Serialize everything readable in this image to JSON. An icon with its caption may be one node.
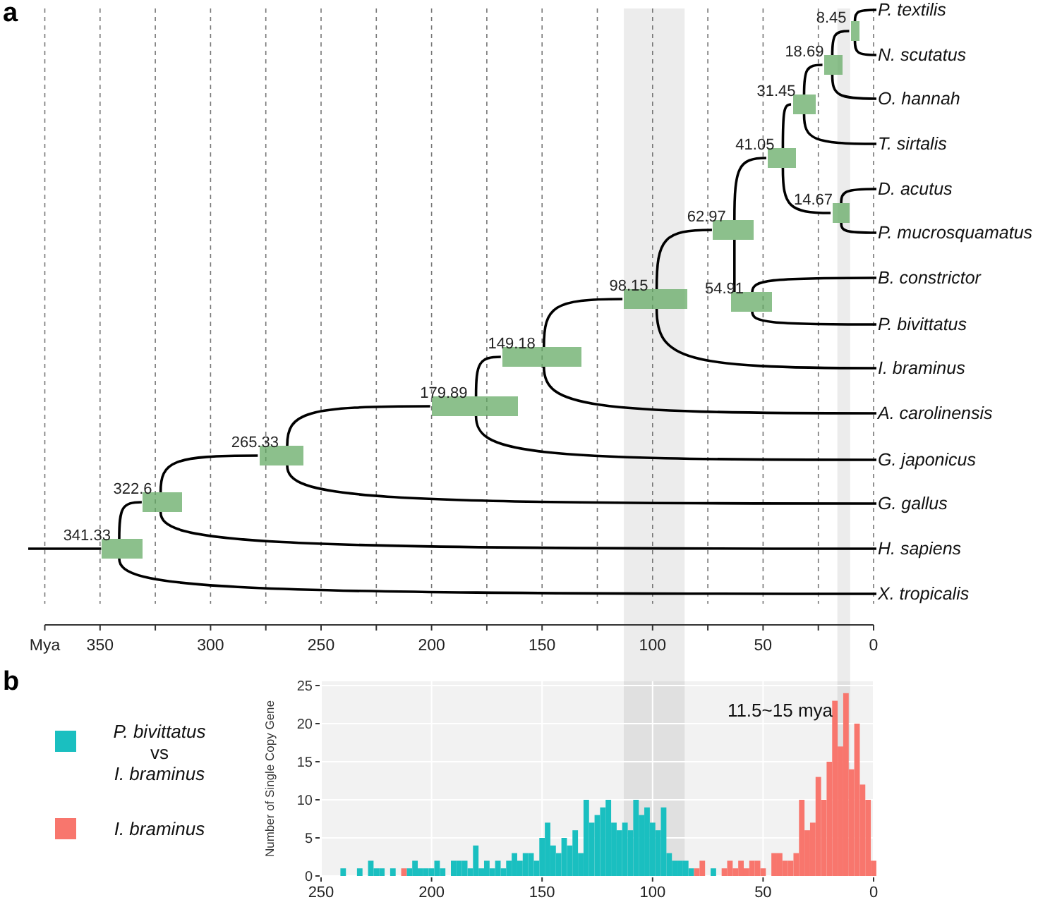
{
  "diagram": {
    "nodes": [
      {
        "text": [
          "P. textilis"
        ]
      },
      {
        "text": [
          "N. scutatus"
        ]
      },
      {
        "text": [
          "O. hannah"
        ]
      },
      {
        "text": [
          "T. sirtalis"
        ]
      },
      {
        "text": [
          "D. acutus"
        ]
      },
      {
        "text": [
          "P. mucrosquamatus"
        ]
      },
      {
        "text": [
          "B. constrictor"
        ]
      },
      {
        "text": [
          "P. bivittatus"
        ]
      },
      {
        "text": [
          "I. braminus"
        ]
      },
      {
        "text": [
          "A. carolinensis"
        ]
      },
      {
        "text": [
          "G. japonicus"
        ]
      },
      {
        "text": [
          "G. gallus"
        ]
      },
      {
        "text": [
          "H. sapiens"
        ]
      },
      {
        "text": [
          "X. tropicalis"
        ]
      },
      {
        "text": [],
        "shape": "bar",
        "beside": [
          "8.45"
        ]
      },
      {
        "text": [],
        "shape": "bar",
        "beside": [
          "18.69"
        ]
      },
      {
        "text": [],
        "shape": "bar",
        "beside": [
          "31.45"
        ]
      },
      {
        "text": [],
        "shape": "bar",
        "beside": [
          "41.05"
        ]
      },
      {
        "text": [],
        "shape": "bar",
        "beside": [
          "14.67"
        ]
      },
      {
        "text": [],
        "shape": "bar",
        "beside": [
          "62.97"
        ]
      },
      {
        "text": [],
        "shape": "bar",
        "beside": [
          "98.15"
        ]
      },
      {
        "text": [],
        "shape": "bar",
        "beside": [
          "54.91"
        ]
      },
      {
        "text": [],
        "shape": "bar",
        "beside": [
          "149.18"
        ]
      },
      {
        "text": [],
        "shape": "bar",
        "beside": [
          "179.89"
        ]
      },
      {
        "text": [],
        "shape": "bar",
        "beside": [
          "265.33"
        ]
      },
      {
        "text": [],
        "shape": "bar",
        "beside": [
          "322.6"
        ]
      },
      {
        "text": [],
        "shape": "bar",
        "beside": [
          "341.33"
        ]
      }
    ],
    "edges": [
      {
        "from": 14,
        "to": 0,
        "arrow": "none"
      },
      {
        "from": 14,
        "to": 1,
        "arrow": "none"
      },
      {
        "from": 15,
        "to": 14,
        "arrow": "none"
      },
      {
        "from": 15,
        "to": 2,
        "arrow": "none"
      },
      {
        "from": 16,
        "to": 15,
        "arrow": "none"
      },
      {
        "from": 16,
        "to": 3,
        "arrow": "none"
      },
      {
        "from": 18,
        "to": 4,
        "arrow": "none"
      },
      {
        "from": 18,
        "to": 5,
        "arrow": "none"
      },
      {
        "from": 17,
        "to": 16,
        "arrow": "none"
      },
      {
        "from": 17,
        "to": 18,
        "arrow": "none"
      },
      {
        "from": 19,
        "to": 17,
        "arrow": "none"
      },
      {
        "from": 19,
        "to": 21,
        "arrow": "none"
      },
      {
        "from": 21,
        "to": 6,
        "arrow": "none"
      },
      {
        "from": 21,
        "to": 7,
        "arrow": "none"
      },
      {
        "from": 20,
        "to": 19,
        "arrow": "none"
      },
      {
        "from": 20,
        "to": 8,
        "arrow": "none"
      },
      {
        "from": 22,
        "to": 20,
        "arrow": "none"
      },
      {
        "from": 22,
        "to": 9,
        "arrow": "none"
      },
      {
        "from": 23,
        "to": 22,
        "arrow": "none"
      },
      {
        "from": 23,
        "to": 10,
        "arrow": "none"
      },
      {
        "from": 24,
        "to": 23,
        "arrow": "none"
      },
      {
        "from": 24,
        "to": 11,
        "arrow": "none"
      },
      {
        "from": 25,
        "to": 24,
        "arrow": "none"
      },
      {
        "from": 25,
        "to": 12,
        "arrow": "none"
      },
      {
        "from": 26,
        "to": 25,
        "arrow": "none"
      },
      {
        "from": 26,
        "to": 13,
        "arrow": "none"
      },
      {
        "from": null,
        "to": 26,
        "arrow": "none"
      }
    ],
    "labels": [
      "a",
      "Mya",
      "350",
      "300",
      "250",
      "200",
      "150",
      "100",
      "50",
      "0",
      "b"
    ],
    "legend": [
      {
        "text": "*P. bivittatus* vs *I. braminus*",
        "color": "#1abfc0"
      },
      {
        "text": "I. braminus",
        "color": "#f8766d"
      }
    ],
    "chart_data": {
      "type": "bar",
      "ylabel": "Number of Single Copy Gene",
      "xlim": [
        250,
        0
      ],
      "ylim": [
        0,
        25
      ],
      "xticks": [
        250,
        200,
        150,
        100,
        50,
        0
      ],
      "yticks": [
        0,
        5,
        10,
        15,
        20,
        25
      ],
      "annotations": [
        "11.5~15 mya"
      ],
      "grid": true,
      "x": [
        240,
        237.5,
        235,
        232.5,
        230,
        227.5,
        225,
        222.5,
        220,
        217.5,
        215,
        212.5,
        210,
        207.5,
        205,
        202.5,
        200,
        197.5,
        195,
        192.5,
        190,
        187.5,
        185,
        182.5,
        180,
        177.5,
        175,
        172.5,
        170,
        167.5,
        165,
        162.5,
        160,
        157.5,
        155,
        152.5,
        150,
        147.5,
        145,
        142.5,
        140,
        137.5,
        135,
        132.5,
        130,
        127.5,
        125,
        122.5,
        120,
        117.5,
        115,
        112.5,
        110,
        107.5,
        105,
        102.5,
        100,
        97.5,
        95,
        92.5,
        90,
        87.5,
        85,
        82.5,
        80,
        77.5,
        75,
        72.5,
        70,
        67.5,
        65,
        62.5,
        60,
        57.5,
        55,
        52.5,
        50,
        47.5,
        45,
        42.5,
        40,
        37.5,
        35,
        32.5,
        30,
        27.5,
        25,
        22.5,
        20,
        17.5,
        15,
        12.5,
        10,
        7.5,
        5,
        2.5,
        0
      ],
      "series": [
        {
          "color": "#1abfc0",
          "values": [
            1,
            0,
            0,
            1,
            0,
            2,
            1,
            1,
            0,
            1,
            0,
            0,
            1,
            2,
            1,
            1,
            1,
            2,
            1,
            0,
            2,
            2,
            2,
            1,
            4,
            1,
            2,
            1,
            2,
            1,
            2,
            3,
            2,
            3,
            3,
            2,
            5,
            7,
            4,
            3,
            5,
            4,
            6,
            3,
            10,
            7,
            8,
            9,
            10,
            7,
            6,
            7,
            6,
            10,
            8,
            9,
            7,
            6,
            9,
            3,
            2,
            2,
            2,
            1,
            0,
            0,
            0,
            1,
            0,
            0,
            0,
            0,
            0,
            0,
            0,
            0,
            0,
            0,
            0,
            0,
            0,
            0,
            0,
            0,
            0,
            0,
            0,
            0,
            0,
            0,
            0,
            0,
            0,
            0,
            0,
            0,
            0
          ]
        },
        {
          "color": "#f8766d",
          "values": [
            0,
            0,
            0,
            0,
            0,
            0,
            0,
            0,
            0,
            0,
            0,
            1,
            0,
            0,
            0,
            0,
            0,
            0,
            0,
            0,
            0,
            0,
            0,
            0,
            0,
            0,
            0,
            0,
            0,
            0,
            0,
            0,
            0,
            0,
            0,
            0,
            0,
            0,
            0,
            0,
            0,
            0,
            0,
            0,
            0,
            0,
            0,
            0,
            0,
            0,
            0,
            0,
            0,
            0,
            0,
            0,
            0,
            0,
            0,
            0,
            0,
            0,
            0,
            0,
            1,
            2,
            0,
            0,
            0,
            1,
            2,
            1,
            2,
            1,
            2,
            2,
            1,
            0,
            3,
            3,
            2,
            2,
            3,
            10,
            6,
            7,
            13,
            10,
            15,
            23,
            17,
            24,
            14,
            20,
            12,
            10,
            2
          ]
        }
      ]
    }
  }
}
